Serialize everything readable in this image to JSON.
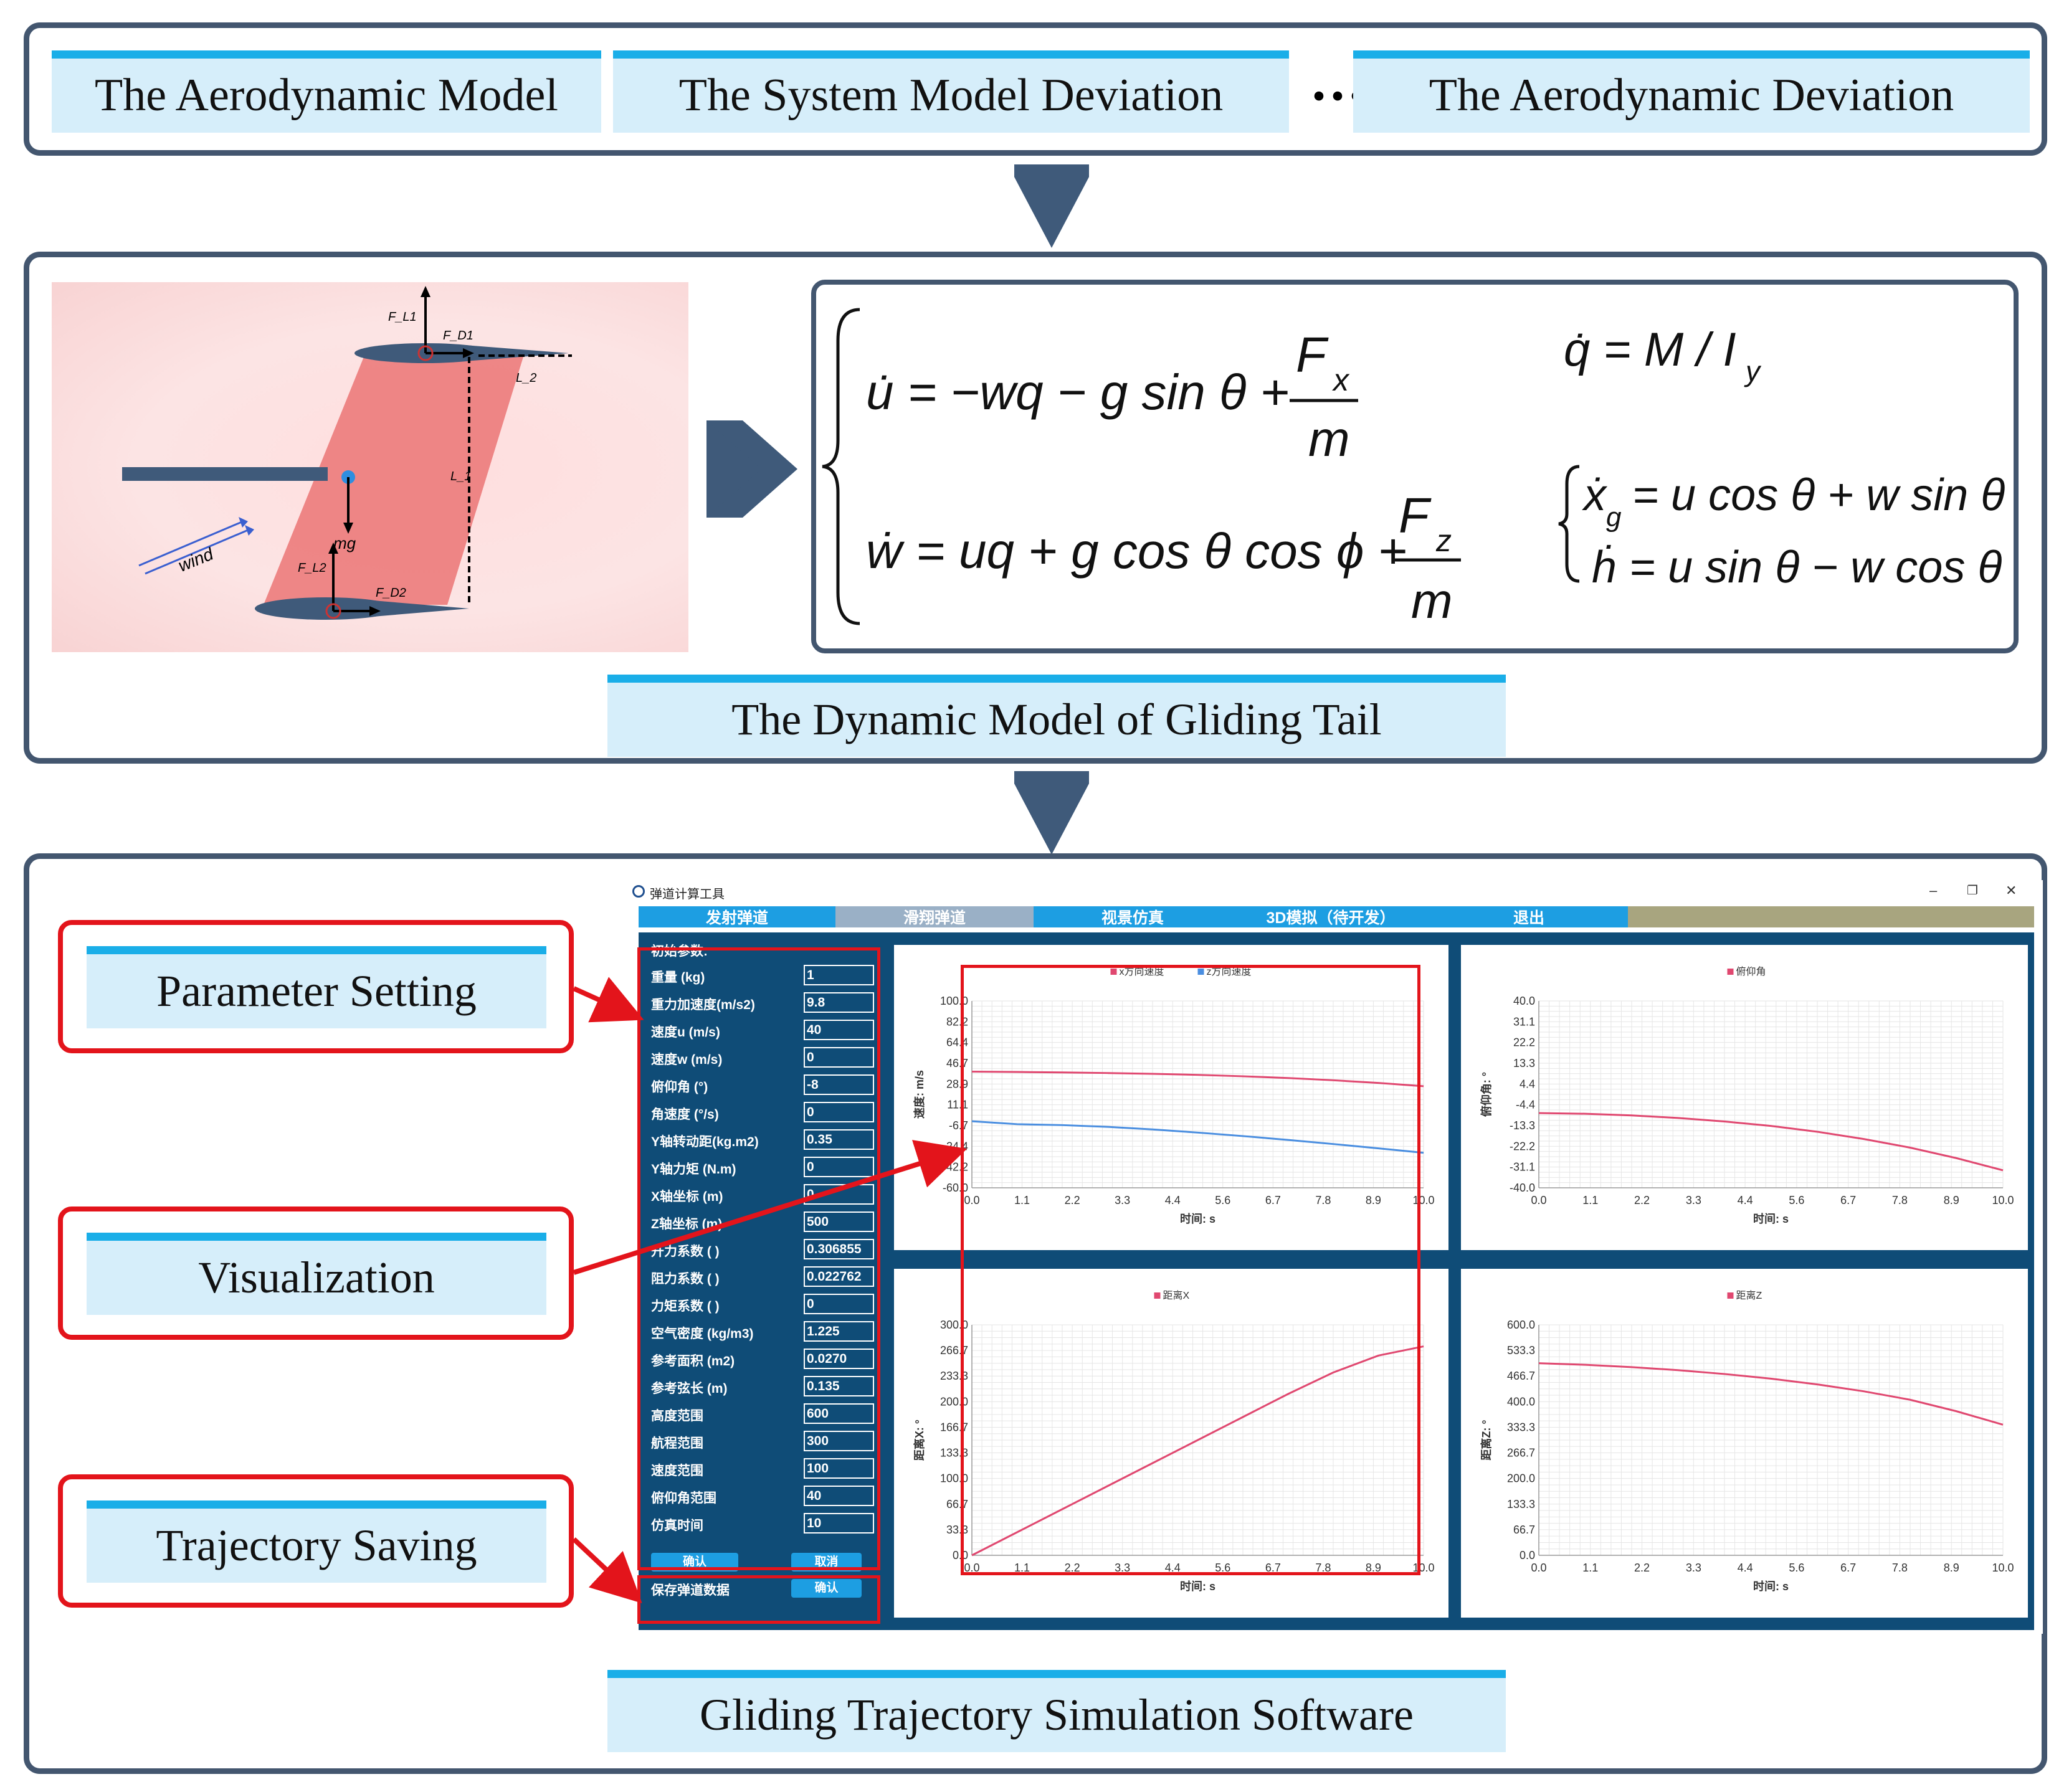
{
  "top_row": {
    "items": [
      "The Aerodynamic Model",
      "The System Model Deviation",
      "The Aerodynamic Deviation"
    ],
    "ellipsis": "···"
  },
  "dynamic_panel": {
    "caption": "The Dynamic Model of Gliding Tail",
    "diagram": {
      "wind_label": "wind",
      "mg_label": "mg",
      "force_labels": [
        "F_L1",
        "F_D1",
        "L_2",
        "L_1",
        "F_L2",
        "F_D2"
      ]
    }
  },
  "software_panel": {
    "caption": "Gliding Trajectory  Simulation Software",
    "callouts": [
      "Parameter Setting",
      "Visualization",
      "Trajectory Saving"
    ]
  },
  "app": {
    "title": "弹道计算工具",
    "window_controls": [
      "–",
      "❐",
      "✕"
    ],
    "tabs": [
      "发射弹道",
      "滑翔弹道",
      "视景仿真",
      "3D模拟（待开发）",
      "退出"
    ],
    "params_header": "初始参数:",
    "params": [
      {
        "label": "重量 (kg)",
        "value": "1"
      },
      {
        "label": "重力加速度(m/s2)",
        "value": "9.8"
      },
      {
        "label": "速度u (m/s)",
        "value": "40"
      },
      {
        "label": "速度w (m/s)",
        "value": "0"
      },
      {
        "label": "俯仰角 (°)",
        "value": "-8"
      },
      {
        "label": "角速度 (°/s)",
        "value": "0"
      },
      {
        "label": "Y轴转动距(kg.m2)",
        "value": "0.35"
      },
      {
        "label": "Y轴力矩 (N.m)",
        "value": "0"
      },
      {
        "label": "X轴坐标 (m)",
        "value": "0"
      },
      {
        "label": "Z轴坐标 (m)",
        "value": "500"
      },
      {
        "label": "升力系数 ( )",
        "value": "0.306855"
      },
      {
        "label": "阻力系数 ( )",
        "value": "0.022762"
      },
      {
        "label": "力矩系数 ( )",
        "value": "0"
      },
      {
        "label": "空气密度 (kg/m3)",
        "value": "1.225"
      },
      {
        "label": "参考面积 (m2)",
        "value": "0.0270"
      },
      {
        "label": "参考弦长 (m)",
        "value": "0.135"
      },
      {
        "label": "高度范围",
        "value": "600"
      },
      {
        "label": "航程范围",
        "value": "300"
      },
      {
        "label": "速度范围",
        "value": "100"
      },
      {
        "label": "俯仰角范围",
        "value": "40"
      },
      {
        "label": "仿真时间",
        "value": "10"
      }
    ],
    "confirm_label": "确认",
    "cancel_label": "取消",
    "save_label": "保存弹道数据",
    "save_confirm_label": "确认"
  },
  "colors": {
    "panel_border": "#43566f",
    "label_fill": "#d6eefa",
    "label_top": "#1aaee8",
    "highlight": "#e3141b",
    "app_dark": "#0f4c77",
    "tab_blue": "#1d9ee2",
    "series_red": "#e04870",
    "series_blue": "#4a8ee0"
  },
  "chart_data": [
    {
      "type": "line",
      "xlabel": "时间: s",
      "ylabel": "速度: m/s",
      "x_ticks": [
        "0.0",
        "1.1",
        "2.2",
        "3.3",
        "4.4",
        "5.6",
        "6.7",
        "7.8",
        "8.9",
        "10.0"
      ],
      "y_ticks": [
        "100.0",
        "82.2",
        "64.4",
        "46.7",
        "28.9",
        "11.1",
        "-6.7",
        "-24.4",
        "-42.2",
        "-60.0"
      ],
      "xlim": [
        0,
        10
      ],
      "ylim": [
        -60,
        100
      ],
      "grid": true,
      "legend": "top",
      "x": [
        0,
        1,
        2,
        3,
        4,
        5,
        6,
        7,
        8,
        9,
        10
      ],
      "series": [
        {
          "name": "x方向速度",
          "values": [
            39.5,
            39.2,
            38.8,
            38.3,
            37.6,
            36.7,
            35.5,
            34.0,
            32.1,
            29.8,
            27.0
          ]
        },
        {
          "name": "z方向速度",
          "values": [
            -3.0,
            -5.5,
            -6.3,
            -7.8,
            -10.0,
            -12.7,
            -15.7,
            -19.0,
            -22.5,
            -26.2,
            -30.0
          ]
        }
      ]
    },
    {
      "type": "line",
      "xlabel": "时间: s",
      "ylabel": "俯仰角: °",
      "x_ticks": [
        "0.0",
        "1.1",
        "2.2",
        "3.3",
        "4.4",
        "5.6",
        "6.7",
        "7.8",
        "8.9",
        "10.0"
      ],
      "y_ticks": [
        "40.0",
        "31.1",
        "22.2",
        "13.3",
        "4.4",
        "-4.4",
        "-13.3",
        "-22.2",
        "-31.1",
        "-40.0"
      ],
      "xlim": [
        0,
        10
      ],
      "ylim": [
        -40,
        40
      ],
      "grid": true,
      "legend": "top",
      "x": [
        0,
        1,
        2,
        3,
        4,
        5,
        6,
        7,
        8,
        9,
        10
      ],
      "series": [
        {
          "name": "俯仰角",
          "values": [
            -8.0,
            -8.3,
            -9.0,
            -10.1,
            -11.6,
            -13.5,
            -16.0,
            -19.1,
            -22.8,
            -27.3,
            -32.5
          ]
        }
      ]
    },
    {
      "type": "line",
      "xlabel": "时间: s",
      "ylabel": "距离X: °",
      "x_ticks": [
        "0.0",
        "1.1",
        "2.2",
        "3.3",
        "4.4",
        "5.6",
        "6.7",
        "7.8",
        "8.9",
        "10.0"
      ],
      "y_ticks": [
        "300.0",
        "266.7",
        "233.3",
        "200.0",
        "166.7",
        "133.3",
        "100.0",
        "66.7",
        "33.3",
        "0.0"
      ],
      "xlim": [
        0,
        10
      ],
      "ylim": [
        0,
        300
      ],
      "grid": true,
      "legend": "top",
      "x": [
        0,
        1,
        2,
        3,
        4,
        5,
        6,
        7,
        8,
        9,
        10
      ],
      "series": [
        {
          "name": "距离X",
          "values": [
            0,
            30,
            60,
            90,
            120,
            150,
            180,
            210,
            238,
            260,
            272
          ]
        }
      ]
    },
    {
      "type": "line",
      "xlabel": "时间: s",
      "ylabel": "距离Z: °",
      "x_ticks": [
        "0.0",
        "1.1",
        "2.2",
        "3.3",
        "4.4",
        "5.6",
        "6.7",
        "7.8",
        "8.9",
        "10.0"
      ],
      "y_ticks": [
        "600.0",
        "533.3",
        "466.7",
        "400.0",
        "333.3",
        "266.7",
        "200.0",
        "133.3",
        "66.7",
        "0.0"
      ],
      "xlim": [
        0,
        10
      ],
      "ylim": [
        0,
        600
      ],
      "grid": true,
      "legend": "top",
      "x": [
        0,
        1,
        2,
        3,
        4,
        5,
        6,
        7,
        8,
        9,
        10
      ],
      "series": [
        {
          "name": "距离Z",
          "values": [
            500,
            496,
            490,
            482,
            472,
            460,
            445,
            427,
            405,
            375,
            340
          ]
        }
      ]
    }
  ]
}
